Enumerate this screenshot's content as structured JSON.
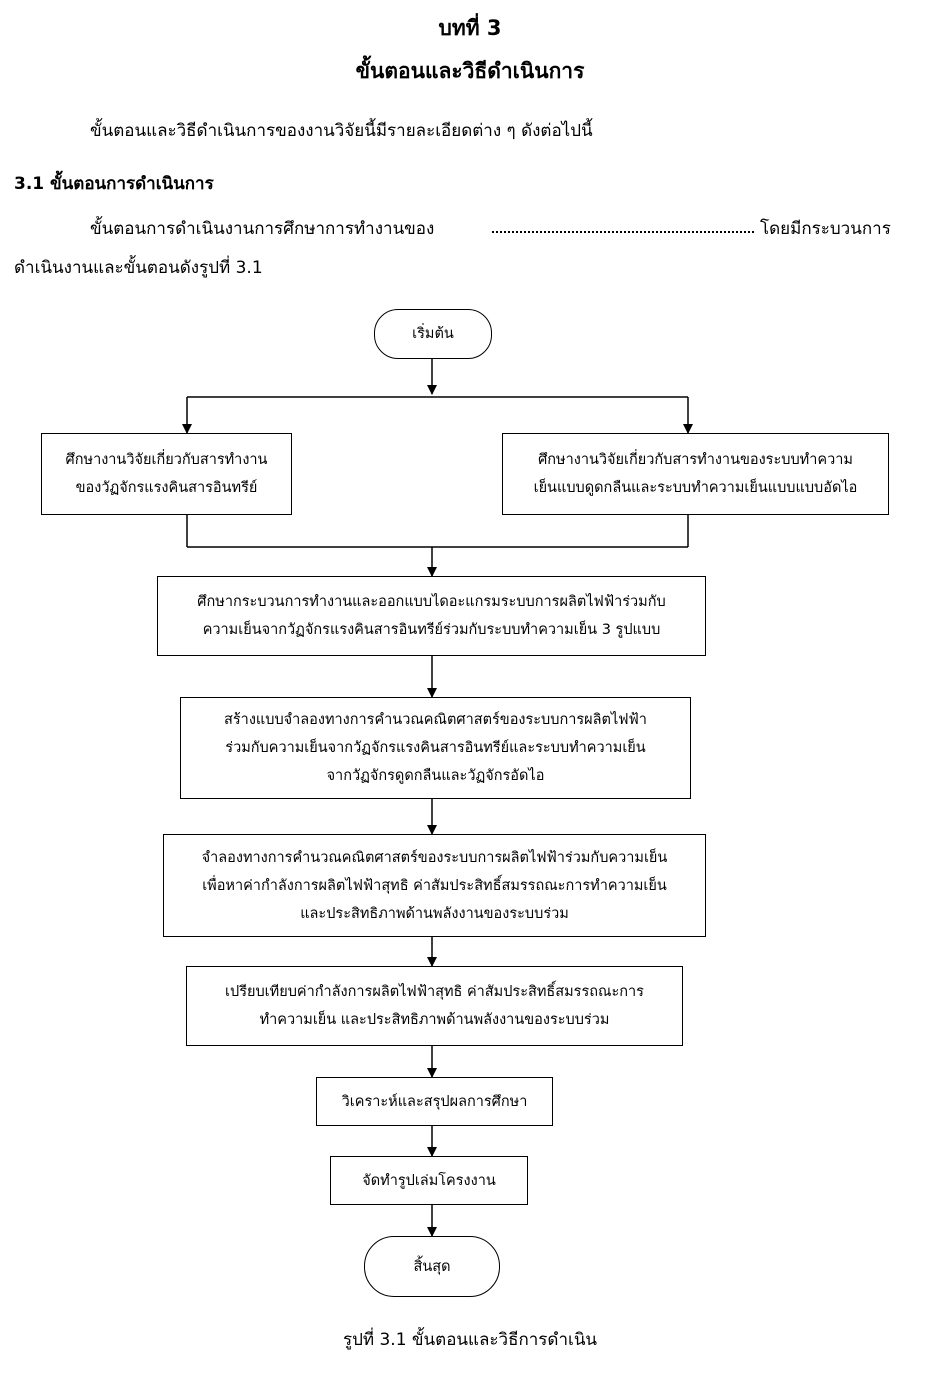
{
  "header": {
    "chapter": "บทที่ 3",
    "title": "ขั้นตอนและวิธีดำเนินการ"
  },
  "body": {
    "intro": "ขั้นตอนและวิธีดำเนินการของงานวิจัยนี้มีรายละเอียดต่าง ๆ ดังต่อไปนี้",
    "section_heading": "3.1 ขั้นตอนการดำเนินการ",
    "para_start": "ขั้นตอนการดำเนินงานการศึกษาการทำงานของ",
    "para_end": "โดยมีกระบวนการ",
    "para_line2": "ดำเนินงานและขั้นตอนดังรูปที่ 3.1"
  },
  "flowchart": {
    "start": "เริ่มต้น",
    "left_branch": [
      "ศึกษางานวิจัยเกี่ยวกับสารทำงาน",
      "ของวัฏจักรแรงคินสารอินทรีย์"
    ],
    "right_branch": [
      "ศึกษางานวิจัยเกี่ยวกับสารทำงานของระบบทำความ",
      "เย็นแบบดูดกลืนและระบบทำความเย็นแบบแบบอัดไอ"
    ],
    "step1": [
      "ศึกษากระบวนการทำงานและออกแบบไดอะแกรมระบบการผลิตไฟฟ้าร่วมกับ",
      "ความเย็นจากวัฏจักรแรงคินสารอินทรีย์ร่วมกับระบบทำความเย็น 3 รูปแบบ"
    ],
    "step2": [
      "สร้างแบบจำลองทางการคำนวณคณิตศาสตร์ของระบบการผลิตไฟฟ้า",
      "ร่วมกับความเย็นจากวัฏจักรแรงคินสารอินทรีย์และระบบทำความเย็น",
      "จากวัฏจักรดูดกลืนและวัฏจักรอัดไอ"
    ],
    "step3": [
      "จำลองทางการคำนวณคณิตศาสตร์ของระบบการผลิตไฟฟ้าร่วมกับความเย็น",
      "เพื่อหาค่ากำลังการผลิตไฟฟ้าสุทธิ ค่าสัมประสิทธิ์สมรรถณะการทำความเย็น",
      "และประสิทธิภาพด้านพลังงานของระบบร่วม"
    ],
    "step4": [
      "เปรียบเทียบค่ากำลังการผลิตไฟฟ้าสุทธิ ค่าสัมประสิทธิ์สมรรถณะการ",
      "ทำความเย็น และประสิทธิภาพด้านพลังงานของระบบร่วม"
    ],
    "step5": "วิเคราะห์และสรุปผลการศึกษา",
    "step6": "จัดทำรูปเล่มโครงงาน",
    "end": "สิ้นสุด"
  },
  "caption": "รูปที่ 3.1 ขั้นตอนและวิธีการดำเนิน"
}
